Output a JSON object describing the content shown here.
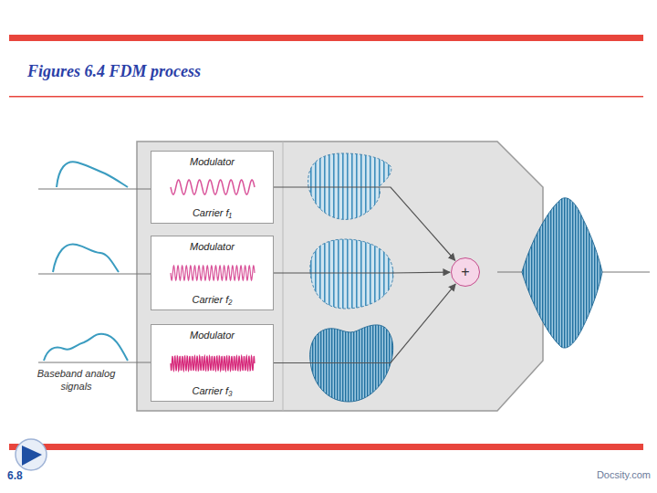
{
  "diagram": {
    "title": "Figures 6.4 FDM process",
    "nodes": [
      {
        "text": [
          "Modulator",
          "Carrier f₁"
        ]
      },
      {
        "text": [
          "Modulator",
          "Carrier f₂"
        ]
      },
      {
        "text": [
          "Modulator",
          "Carrier f₃"
        ]
      },
      {
        "text": [
          "+"
        ]
      }
    ],
    "edges": [
      {
        "from": 0,
        "to": 3,
        "arrow": "to"
      },
      {
        "from": 1,
        "to": 3,
        "arrow": "to"
      },
      {
        "from": 2,
        "to": 3,
        "arrow": "to"
      }
    ],
    "labels": [
      "Baseband analog signals",
      "6.8",
      "Docsity.com"
    ]
  }
}
